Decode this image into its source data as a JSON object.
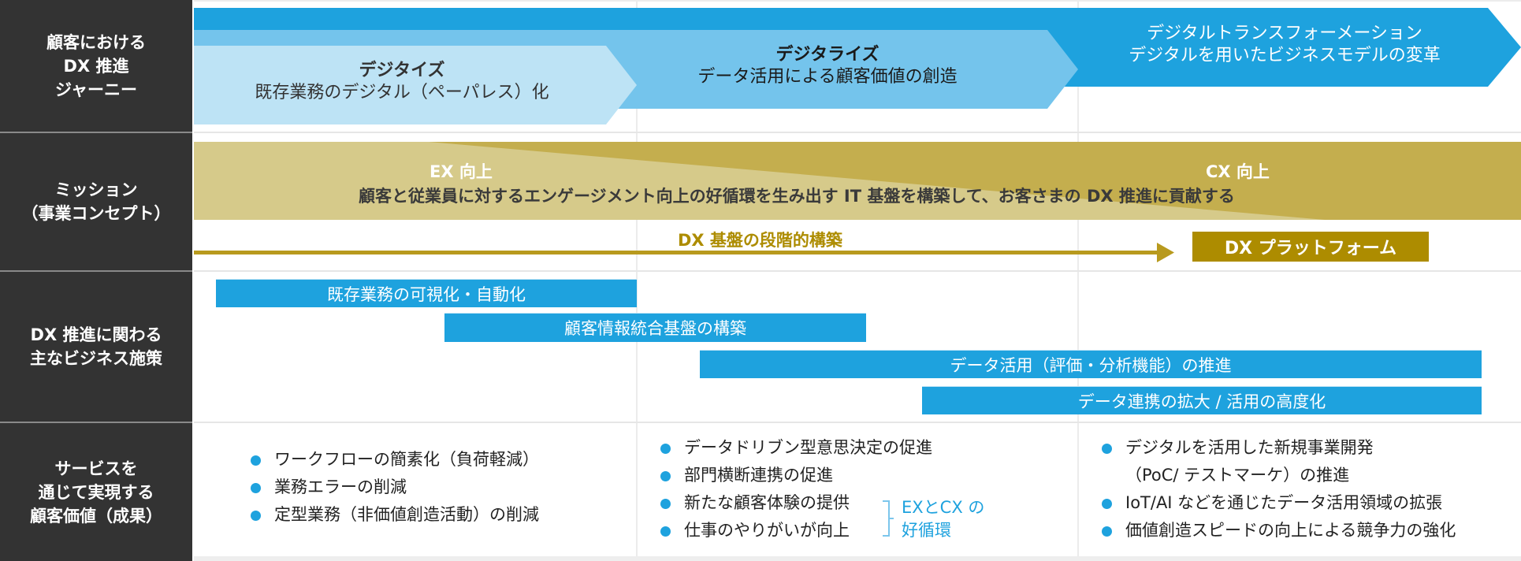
{
  "colors": {
    "header_bg": "#333333",
    "blue_dark": "#1EA2DE",
    "blue_mid": "#74C4EC",
    "blue_light": "#BDE3F5",
    "gold_light": "#D6CA8A",
    "gold_dark": "#C4AE4E",
    "gold_accent": "#AD8C00"
  },
  "rows": [
    {
      "label": "顧客における\nDX 推進\nジャーニー"
    },
    {
      "label": "ミッション\n（事業コンセプト）"
    },
    {
      "label": "DX 推進に関わる\n主なビジネス施策"
    },
    {
      "label": "サービスを\n通じて実現する\n顧客価値（成果）"
    }
  ],
  "journey": {
    "stage1": {
      "title": "デジタイズ",
      "subtitle": "既存業務のデジタル（ペーパレス）化"
    },
    "stage2": {
      "title": "デジタライズ",
      "subtitle": "データ活用による顧客価値の創造"
    },
    "stage3": {
      "title": "デジタルトランスフォーメーション",
      "subtitle": "デジタルを用いたビジネスモデルの変革"
    }
  },
  "mission": {
    "ex_label": "EX 向上",
    "cx_label": "CX 向上",
    "statement": "顧客と従業員に対するエンゲージメント向上の好循環を生み出す IT 基盤を構築して、お客さまの DX 推進に貢献する",
    "roadmap_label": "DX 基盤の段階的構築",
    "platform_label": "DX プラットフォーム"
  },
  "initiatives": [
    {
      "label": "既存業務の可視化・自動化"
    },
    {
      "label": "顧客情報統合基盤の構築"
    },
    {
      "label": "データ活用（評価・分析機能）の推進"
    },
    {
      "label": "データ連携の拡大 / 活用の高度化"
    }
  ],
  "values": {
    "col1": [
      "ワークフローの簡素化（負荷軽減）",
      "業務エラーの削減",
      "定型業務（非価値創造活動）の削減"
    ],
    "col2": [
      "データドリブン型意思決定の促進",
      "部門横断連携の促進",
      "新たな顧客体験の提供",
      "仕事のやりがいが向上"
    ],
    "col2_bracket_note_line1": "EXとCX の",
    "col2_bracket_note_line2": "好循環",
    "col3": [
      "デジタルを活用した新規事業開発",
      "（PoC/ テストマーケ）の推進",
      "IoT/AI などを通じたデータ活用領域の拡張",
      "価値創造スピードの向上による競争力の強化"
    ]
  }
}
